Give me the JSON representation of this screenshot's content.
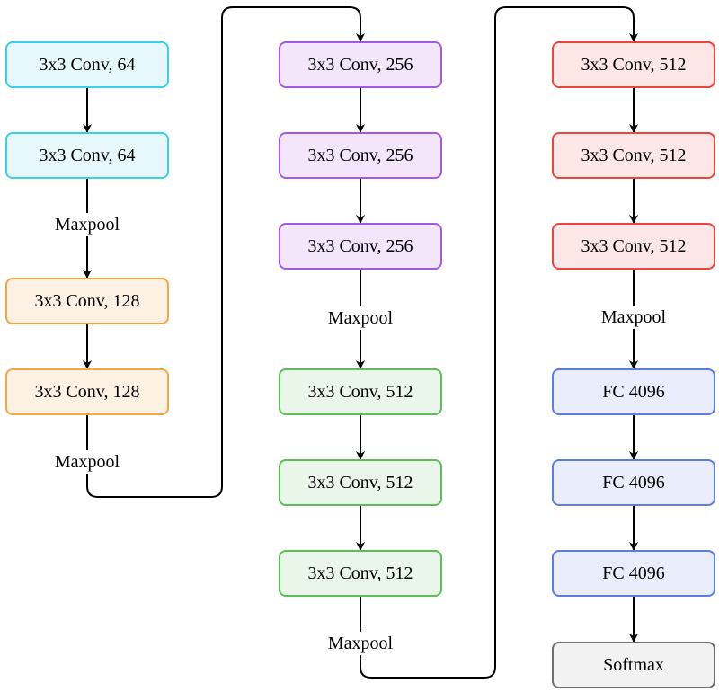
{
  "colors": {
    "cyan": {
      "fill": "#e6f8fb",
      "stroke": "#3ccfe6"
    },
    "orange": {
      "fill": "#fdf1e4",
      "stroke": "#f2a745"
    },
    "purple": {
      "fill": "#f3e6fb",
      "stroke": "#a45ae0"
    },
    "green": {
      "fill": "#ebf6ea",
      "stroke": "#5cbd5a"
    },
    "red": {
      "fill": "#fde6e6",
      "stroke": "#e8473f"
    },
    "blue": {
      "fill": "#eaeefc",
      "stroke": "#5b7de0"
    },
    "gray": {
      "fill": "#f2f2f2",
      "stroke": "#707070"
    },
    "edge": "#000000"
  },
  "nodes": [
    {
      "id": "c1",
      "label": "3x3 Conv, 64",
      "color": "cyan"
    },
    {
      "id": "c2",
      "label": "3x3 Conv, 64",
      "color": "cyan"
    },
    {
      "id": "c3",
      "label": "3x3 Conv, 128",
      "color": "orange"
    },
    {
      "id": "c4",
      "label": "3x3 Conv, 128",
      "color": "orange"
    },
    {
      "id": "c5",
      "label": "3x3 Conv, 256",
      "color": "purple"
    },
    {
      "id": "c6",
      "label": "3x3 Conv, 256",
      "color": "purple"
    },
    {
      "id": "c7",
      "label": "3x3 Conv, 256",
      "color": "purple"
    },
    {
      "id": "c8",
      "label": "3x3 Conv, 512",
      "color": "green"
    },
    {
      "id": "c9",
      "label": "3x3 Conv, 512",
      "color": "green"
    },
    {
      "id": "c10",
      "label": "3x3 Conv, 512",
      "color": "green"
    },
    {
      "id": "c11",
      "label": "3x3 Conv, 512",
      "color": "red"
    },
    {
      "id": "c12",
      "label": "3x3 Conv, 512",
      "color": "red"
    },
    {
      "id": "c13",
      "label": "3x3 Conv, 512",
      "color": "red"
    },
    {
      "id": "f1",
      "label": "FC 4096",
      "color": "blue"
    },
    {
      "id": "f2",
      "label": "FC 4096",
      "color": "blue"
    },
    {
      "id": "f3",
      "label": "FC 4096",
      "color": "blue"
    },
    {
      "id": "s1",
      "label": "Softmax",
      "color": "gray"
    }
  ],
  "edges": [
    {
      "from": "c1",
      "to": "c2",
      "label": ""
    },
    {
      "from": "c2",
      "to": "c3",
      "label": "Maxpool"
    },
    {
      "from": "c3",
      "to": "c4",
      "label": ""
    },
    {
      "from": "c4",
      "to": "c5",
      "label": "Maxpool"
    },
    {
      "from": "c5",
      "to": "c6",
      "label": ""
    },
    {
      "from": "c6",
      "to": "c7",
      "label": ""
    },
    {
      "from": "c7",
      "to": "c8",
      "label": "Maxpool"
    },
    {
      "from": "c8",
      "to": "c9",
      "label": ""
    },
    {
      "from": "c9",
      "to": "c10",
      "label": ""
    },
    {
      "from": "c10",
      "to": "c11",
      "label": "Maxpool"
    },
    {
      "from": "c11",
      "to": "c12",
      "label": ""
    },
    {
      "from": "c12",
      "to": "c13",
      "label": ""
    },
    {
      "from": "c13",
      "to": "f1",
      "label": "Maxpool"
    },
    {
      "from": "f1",
      "to": "f2",
      "label": ""
    },
    {
      "from": "f2",
      "to": "f3",
      "label": ""
    },
    {
      "from": "f3",
      "to": "s1",
      "label": ""
    }
  ]
}
